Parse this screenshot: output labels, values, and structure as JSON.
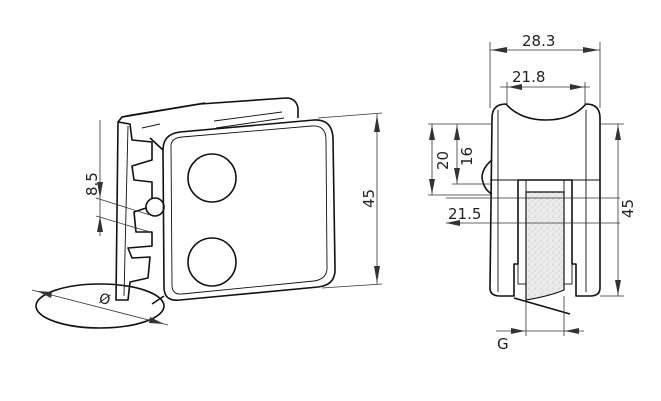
{
  "perspective_view": {
    "dim_height": "45",
    "dim_hole": "8.5",
    "dim_diameter": "Ø"
  },
  "section_view": {
    "dim_overall_width": "28.3",
    "dim_inner_width": "21.8",
    "dim_slot_height": "16",
    "dim_upper_height": "20",
    "dim_glass_depth": "21.5",
    "dim_height": "45",
    "label_glass_gap": "G"
  }
}
